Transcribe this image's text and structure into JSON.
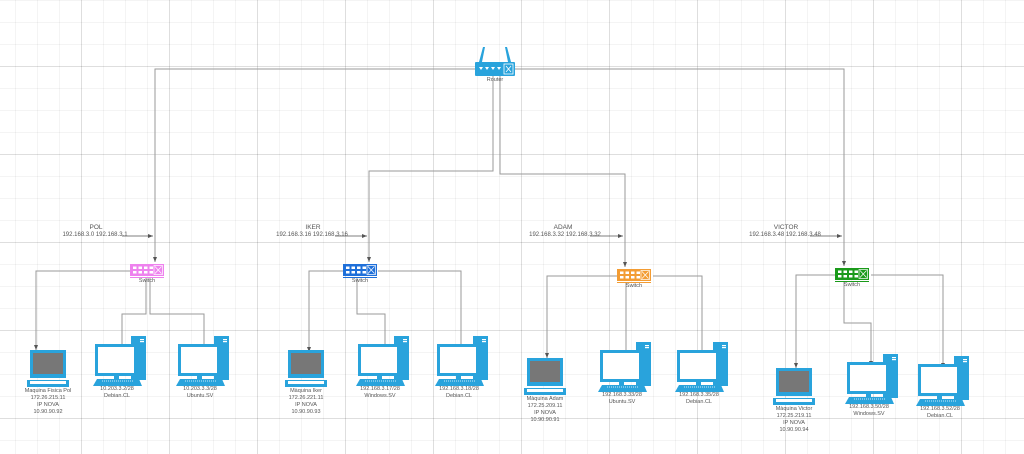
{
  "router": {
    "label": "Router",
    "color": "#29a3dc"
  },
  "segments": [
    {
      "name": "POL",
      "range": "192.168.3.0 192.168.3.1",
      "switch": {
        "label": "Switch",
        "color": "#ee82ee"
      },
      "devices": [
        {
          "type": "laptop",
          "lines": [
            "Maquina Fisica Pol",
            "172.26.215.11",
            "IP NOVA",
            "10.90.90.92"
          ]
        },
        {
          "type": "desktop",
          "lines": [
            "10.203.3.2/28",
            "Debian.CL"
          ]
        },
        {
          "type": "desktop",
          "lines": [
            "10.203.3.3/28",
            "Ubuntu.SV"
          ]
        }
      ]
    },
    {
      "name": "IKER",
      "range": "192.168.3.16 192.168.3.16",
      "switch": {
        "label": "Switch",
        "color": "#1e6fd9"
      },
      "devices": [
        {
          "type": "laptop",
          "lines": [
            "Màquina Iker",
            "172.26.221.11",
            "IP NOVA",
            "10.90.90.93"
          ]
        },
        {
          "type": "desktop",
          "lines": [
            "192.168.3.17/28",
            "Windows.SV"
          ]
        },
        {
          "type": "desktop",
          "lines": [
            "192.168.3.18/28",
            "Debian.CL"
          ]
        }
      ]
    },
    {
      "name": "ADAM",
      "range": "192.168.3.32 192.168.3.32",
      "switch": {
        "label": "Switch",
        "color": "#f39c33"
      },
      "devices": [
        {
          "type": "laptop",
          "lines": [
            "Màquina Adam",
            "172.25.209.11",
            "IP NOVA",
            "10.90.90.91"
          ]
        },
        {
          "type": "desktop",
          "lines": [
            "192.168.3.33/28",
            "Ubuntu.SV"
          ]
        },
        {
          "type": "desktop",
          "lines": [
            "192.168.3.35/28",
            "Debian.CL"
          ]
        }
      ]
    },
    {
      "name": "VICTOR",
      "range": "192.168.3.48 192.168.3.48",
      "switch": {
        "label": "Switch",
        "color": "#1a9a1a"
      },
      "devices": [
        {
          "type": "laptop",
          "lines": [
            "Màquina Victor",
            "172.25.219.11",
            "IP NOVA",
            "10.90.90.94"
          ]
        },
        {
          "type": "desktop",
          "lines": [
            "192.168.3.50/28",
            "Windows.SV"
          ]
        },
        {
          "type": "desktop",
          "lines": [
            "192.168.3.52/28",
            "Debian.CL"
          ]
        }
      ]
    }
  ],
  "device_color": "#29a3dc",
  "line_color": "#9a9a9a"
}
